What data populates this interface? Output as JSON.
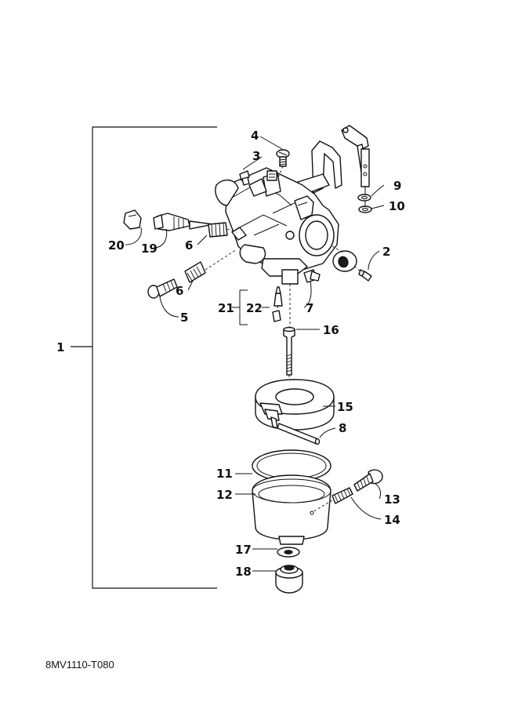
{
  "callouts": {
    "c1": "1",
    "c2": "2",
    "c3": "3",
    "c4": "4",
    "c5": "5",
    "c6a": "6",
    "c6b": "6",
    "c7": "7",
    "c8": "8",
    "c9": "9",
    "c10": "10",
    "c11": "11",
    "c12": "12",
    "c13": "13",
    "c14": "14",
    "c15": "15",
    "c16": "16",
    "c17": "17",
    "c18": "18",
    "c19": "19",
    "c20": "20",
    "c21": "21",
    "c22": "22"
  },
  "reference_code": "8MV1110-T080"
}
